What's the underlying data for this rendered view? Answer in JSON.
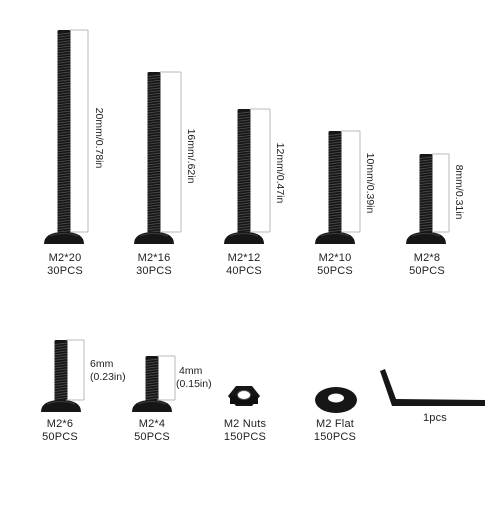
{
  "screws": [
    {
      "name": "M2*20",
      "qty": "30PCS",
      "dim": "20mm/0.78in"
    },
    {
      "name": "M2*16",
      "qty": "30PCS",
      "dim": "16mm/.62in"
    },
    {
      "name": "M2*12",
      "qty": "40PCS",
      "dim": "12mm/0.47in"
    },
    {
      "name": "M2*10",
      "qty": "50PCS",
      "dim": "10mm/0.39in"
    },
    {
      "name": "M2*8",
      "qty": "50PCS",
      "dim": "8mm/0.31in"
    },
    {
      "name": "M2*6",
      "qty": "50PCS",
      "dim_line1": "6mm",
      "dim_line2": "(0.23in)"
    },
    {
      "name": "M2*4",
      "qty": "50PCS",
      "dim_line1": "4mm",
      "dim_line2": "(0.15in)"
    }
  ],
  "nut": {
    "name": "M2 Nuts",
    "qty": "150PCS"
  },
  "washer": {
    "name": "M2 Flat",
    "qty": "150PCS"
  },
  "wrench": {
    "qty": "1pcs"
  },
  "colors": {
    "hardware": "#161616",
    "dim_line": "#b8b8b8",
    "text": "#222222"
  }
}
